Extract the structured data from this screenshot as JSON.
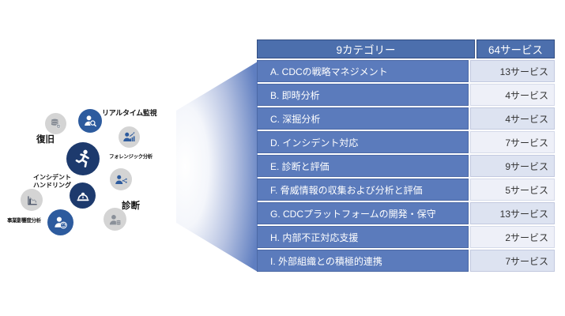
{
  "table": {
    "header": {
      "category": "9カテゴリー",
      "count": "64サービス"
    },
    "rows": [
      {
        "category": "A. CDCの戦略マネジメント",
        "count": "13サービス"
      },
      {
        "category": "B. 即時分析",
        "count": "4サービス"
      },
      {
        "category": "C. 深掘分析",
        "count": "4サービス"
      },
      {
        "category": "D. インシデント対応",
        "count": "7サービス"
      },
      {
        "category": "E. 診断と評価",
        "count": "9サービス"
      },
      {
        "category": "F. 脅威情報の収集および分析と評価",
        "count": "5サービス"
      },
      {
        "category": "G. CDCプラットフォームの開発・保守",
        "count": "13サービス"
      },
      {
        "category": "H. 内部不正対応支援",
        "count": "2サービス"
      },
      {
        "category": "I. 外部組織との積極的連携",
        "count": "7サービス"
      }
    ]
  },
  "diagram": {
    "labels": {
      "realtime_monitoring": "リアルタイム監視",
      "recovery": "復旧",
      "forensic_analysis": "フォレンジック分析",
      "incident_handling_line1": "インシデント",
      "incident_handling_line2": "ハンドリング",
      "diagnosis": "診断",
      "business_impact_analysis": "事業影響度分析"
    },
    "icons": [
      "person-magnifier-icon",
      "database-shield-icon",
      "person-chart-icon",
      "running-person-icon",
      "person-share-icon",
      "dome-person-icon",
      "person-database-icon",
      "declining-chart-icon",
      "person-brain-icon"
    ]
  },
  "colors": {
    "header_bg": "#4c6fad",
    "category_bg": "#5b7bbc",
    "count_bg_dark": "#dde3f1",
    "count_bg_light": "#eef0f8",
    "beam_blue": "#5f7ec0",
    "circle_blue": "#2d5b9e",
    "circle_navy": "#1d3a6d",
    "circle_gray": "#d4d4d4"
  }
}
